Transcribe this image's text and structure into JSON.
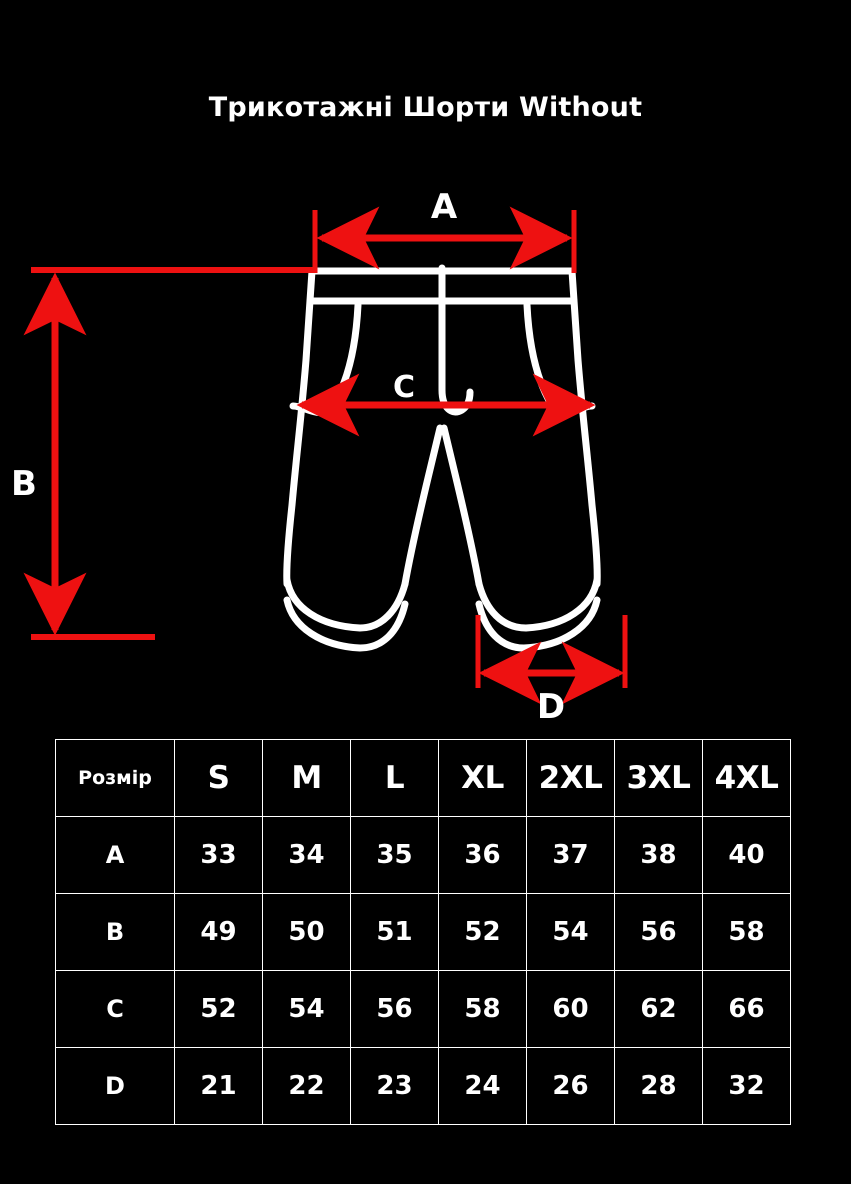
{
  "title": "Трикотажні Шорти Without",
  "colors": {
    "background": "#000000",
    "line": "#ffffff",
    "measure": "#ee1111",
    "text": "#ffffff"
  },
  "diagram": {
    "alt": "shorts-measurement-diagram",
    "labels": {
      "a": "A",
      "b": "B",
      "c": "C",
      "d": "D"
    }
  },
  "table": {
    "header": {
      "label": "Розмір",
      "sizes": [
        "S",
        "M",
        "L",
        "XL",
        "2XL",
        "3XL",
        "4XL"
      ]
    },
    "rows": [
      {
        "label": "A",
        "values": [
          "33",
          "34",
          "35",
          "36",
          "37",
          "38",
          "40"
        ]
      },
      {
        "label": "B",
        "values": [
          "49",
          "50",
          "51",
          "52",
          "54",
          "56",
          "58"
        ]
      },
      {
        "label": "C",
        "values": [
          "52",
          "54",
          "56",
          "58",
          "60",
          "62",
          "66"
        ]
      },
      {
        "label": "D",
        "values": [
          "21",
          "22",
          "23",
          "24",
          "26",
          "28",
          "32"
        ]
      }
    ]
  }
}
